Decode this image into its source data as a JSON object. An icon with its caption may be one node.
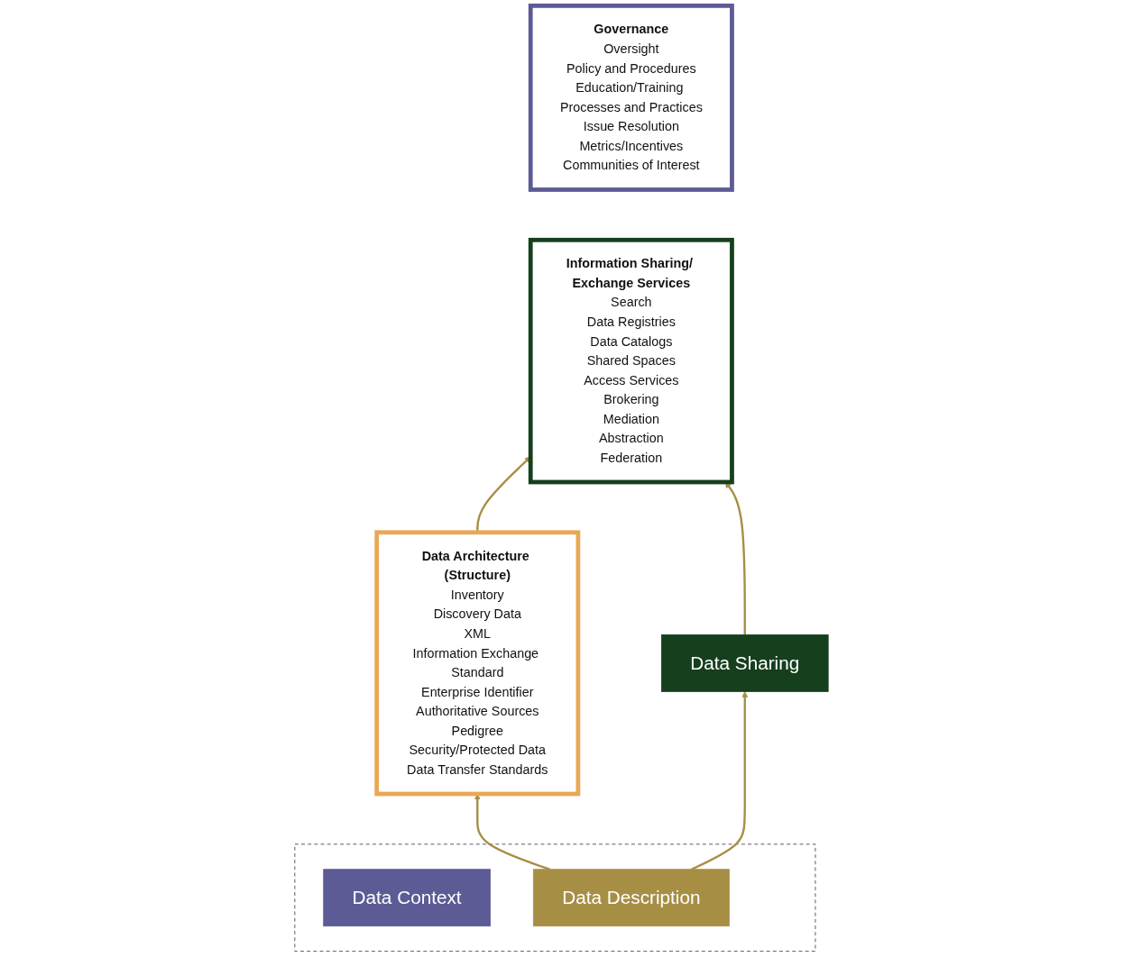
{
  "diagram": {
    "nodes": [
      {
        "text": [
          "Governance",
          "Oversight",
          "Policy and Procedures",
          "Education/Training Processes and Practices",
          "Issue Resolution",
          "Metrics/Incentives",
          "Communities of Interest"
        ]
      },
      {
        "text": [
          "Data Architecture (Structure)",
          "Inventory",
          "Discovery Data",
          "XML",
          "Information Exchange Standard",
          "Enterprise Identifier",
          "Authoritative Sources",
          "Pedigree",
          "Security/Protected Data",
          "Data Transfer Standards"
        ]
      },
      {
        "text": [
          "Information Sharing/ Exchange Services",
          "Search",
          "Data Registries",
          "Data Catalogs",
          "Shared Spaces",
          "Access Services",
          "Brokering",
          "Mediation",
          "Abstraction",
          "Federation"
        ]
      },
      {
        "text": [],
        "shape": "box"
      },
      {
        "text": [
          "Data Context"
        ],
        "in": 3
      },
      {
        "text": [
          "Data Description"
        ],
        "in": 3
      },
      {
        "text": [
          "Data Sharing"
        ]
      }
    ],
    "edges": [
      {
        "from": 1,
        "to": 2,
        "arrow": "to"
      },
      {
        "from": 5,
        "to": 1,
        "arrow": "to"
      },
      {
        "from": 6,
        "to": 2,
        "arrow": "to"
      },
      {
        "from": 5,
        "to": 6,
        "arrow": "to"
      }
    ]
  }
}
